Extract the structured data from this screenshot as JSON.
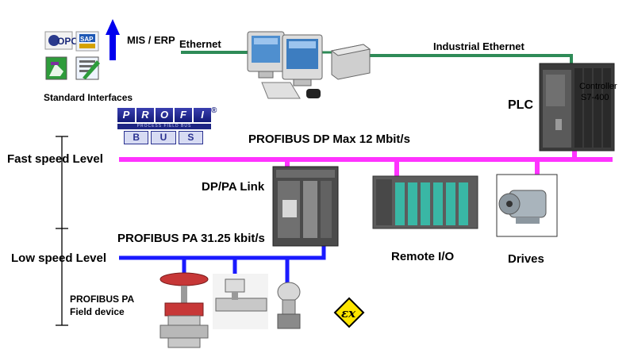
{
  "labels": {
    "mis_erp": "MIS / ERP",
    "ethernet": "Ethernet",
    "industrial_ethernet": "Industrial Ethernet",
    "standard_interfaces": "Standard Interfaces",
    "plc": "PLC",
    "controller": "Controller",
    "controller_model": "S7-400",
    "profibus_dp": "PROFIBUS DP Max 12 Mbit/s",
    "fast_speed_level": "Fast speed Level",
    "dp_pa_link": "DP/PA Link",
    "profibus_pa": "PROFIBUS PA 31.25 kbit/s",
    "low_speed_level": "Low speed Level",
    "remote_io": "Remote I/O",
    "drives": "Drives",
    "field_device_line1": "PROFIBUS PA",
    "field_device_line2": "Field device"
  },
  "logo": {
    "top_letters": [
      "P",
      "R",
      "O",
      "F",
      "I"
    ],
    "subtitle": "PROCESS FIELD BUS",
    "bottom_letters": [
      "B",
      "U",
      "S"
    ],
    "mark": "®"
  },
  "app_icons": {
    "opc": "OPC",
    "sap": "SAP"
  },
  "ex_symbol": "εx",
  "colors": {
    "ethernet": "#2e8b57",
    "profibus_dp": "#ff33ff",
    "profibus_pa": "#1a1aff",
    "mis_arrow": "#0000ee",
    "ex_badge": "#ffe600"
  }
}
